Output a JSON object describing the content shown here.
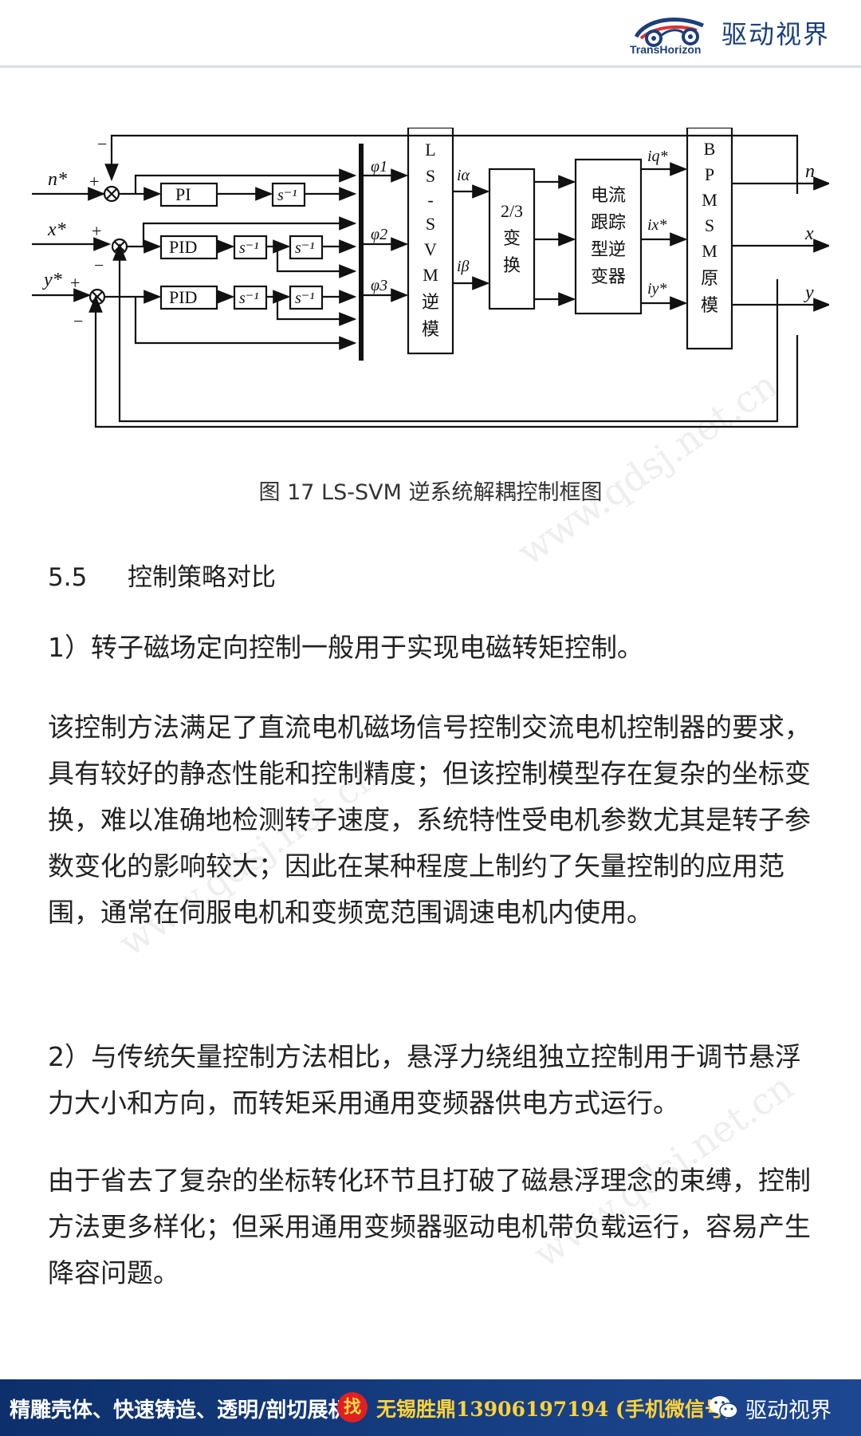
{
  "header": {
    "brand_name": "驱动视界",
    "brand_sub": "TransHorizon",
    "logo_icon": "car-swirl-logo-icon"
  },
  "figure": {
    "inputs": [
      "n*",
      "x*",
      "y*"
    ],
    "signs": {
      "plus": "+",
      "minus": "−"
    },
    "pi_label": "PI",
    "pid_label": "PID",
    "integrator_label": "s⁻¹",
    "phi_labels": [
      "φ1",
      "φ2",
      "φ3"
    ],
    "lssvm_label": [
      "L",
      "S",
      "-",
      "S",
      "V",
      "M",
      "逆",
      "模"
    ],
    "current_labels": [
      "iα",
      "iβ"
    ],
    "transform_label": [
      "2/3",
      "变",
      "换"
    ],
    "inverter_label": [
      "电流",
      "跟踪",
      "型逆",
      "变器"
    ],
    "ref_currents": [
      "iq*",
      "ix*",
      "iy*"
    ],
    "motor_label": [
      "B",
      "P",
      "M",
      "S",
      "M",
      "原",
      "模"
    ],
    "outputs": [
      "n",
      "x",
      "y"
    ],
    "caption": "图 17 LS-SVM 逆系统解耦控制框图"
  },
  "section": {
    "number": "5.5",
    "title": "控制策略对比"
  },
  "paragraphs": [
    "1）转子磁场定向控制一般用于实现电磁转矩控制。",
    "该控制方法满足了直流电机磁场信号控制交流电机控制器的要求，具有较好的静态性能和控制精度；但该控制模型存在复杂的坐标变换，难以准确地检测转子速度，系统特性受电机参数尤其是转子参数变化的影响较大；因此在某种程度上制约了矢量控制的应用范围，通常在伺服电机和变频宽范围调速电机内使用。",
    "2）与传统矢量控制方法相比，悬浮力绕组独立控制用于调节悬浮力大小和方向，而转矩采用通用变频器供电方式运行。",
    "由于省去了复杂的坐标转化环节且打破了磁悬浮理念的束缚，控制方法更多样化；但采用通用变频器驱动电机带负载运行，容易产生降容问题。"
  ],
  "watermark": "www.qdsj.net.cn",
  "footer": {
    "promo": "精雕壳体、快速铸造、透明/剖切展机",
    "find_badge": "找",
    "contact": "无锡胜鼎13906197194 (手机微信号)",
    "brand": "驱动视界",
    "wechat_icon": "wechat-icon"
  }
}
